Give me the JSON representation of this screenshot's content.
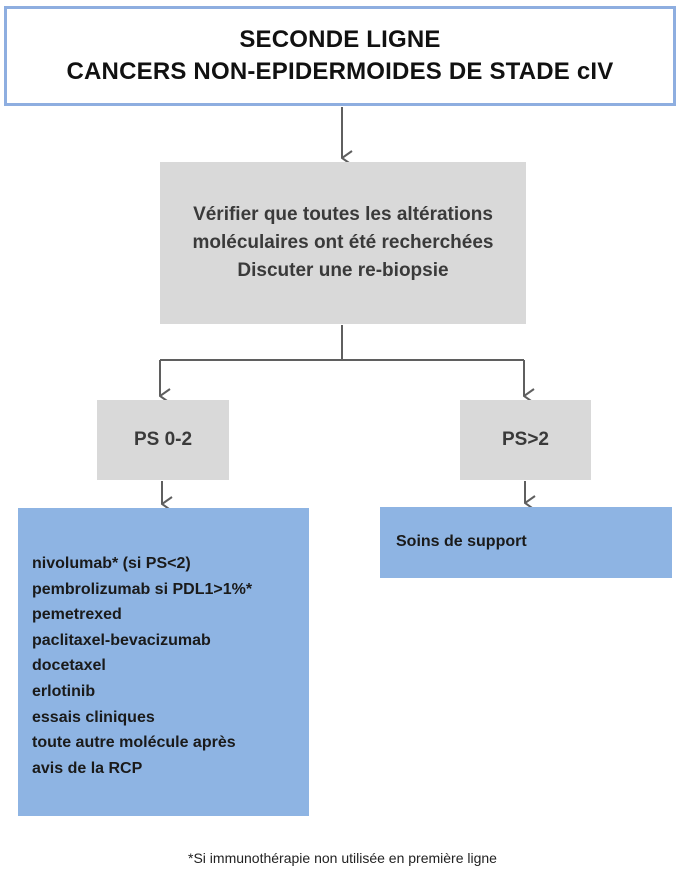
{
  "title": {
    "line1": "SECONDE LIGNE",
    "line2": "CANCERS NON-EPIDERMOIDES DE STADE cIV"
  },
  "check_box": {
    "lines": [
      "Vérifier que toutes les altérations",
      "moléculaires ont été recherchées",
      "Discuter une re-biopsie"
    ]
  },
  "branches": {
    "left_label": "PS 0-2",
    "right_label": "PS>2"
  },
  "treatments": [
    "nivolumab* (si PS<2)",
    "pembrolizumab si PDL1>1%*",
    "pemetrexed",
    "paclitaxel-bevacizumab",
    "docetaxel",
    "erlotinib",
    "essais cliniques",
    "toute autre molécule après",
    "avis de la RCP"
  ],
  "support": {
    "label": "Soins de support"
  },
  "footnote": "*Si immunothérapie non utilisée en première ligne",
  "colors": {
    "title_border": "#8eaee0",
    "gray_box": "#d9d9d9",
    "blue_box": "#8eb4e3",
    "connector": "#5f5f5f"
  }
}
